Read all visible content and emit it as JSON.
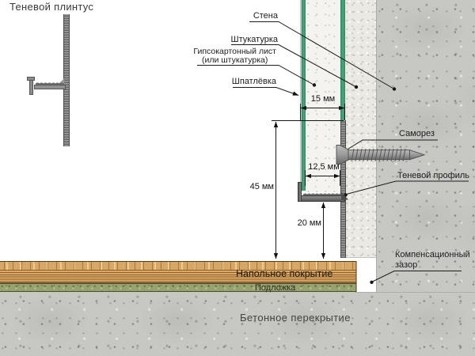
{
  "title": "Теневой плинтус",
  "labels": {
    "wall": "Стена",
    "plaster": "Штукатурка",
    "drywall_line1": "Гипсокартонный лист",
    "drywall_line2": "(или штукатурка)",
    "putty": "Шпатлёвка",
    "screw": "Саморез",
    "shadow_profile": "Теневой профиль",
    "expansion_gap_line1": "Компенсационный",
    "expansion_gap_line2": "зазор",
    "floor_covering": "Напольное покрытие",
    "underlay": "Подложка",
    "concrete_slab": "Бетонное перекрытие"
  },
  "dimensions": {
    "board_with_finish": "15 мм",
    "board_thickness": "12,5 мм",
    "profile_height": "45 мм",
    "shadow_gap_height": "20 мм"
  },
  "colors": {
    "drywall_facing_green": "#3f9c72",
    "underlay_green": "#97a26f",
    "wood": "#d7a766",
    "concrete": "#c7c8c4",
    "plaster": "#ebe9e3",
    "profile_gray": "#6c6c6c",
    "line_black": "#1c1c1c"
  }
}
